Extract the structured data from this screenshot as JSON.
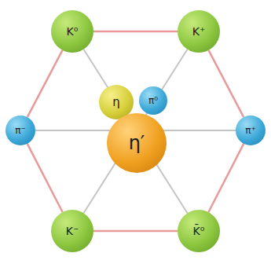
{
  "diagram": {
    "nodes": [
      {
        "text": [
          "K⁰"
        ]
      },
      {
        "text": [
          "K⁺"
        ]
      },
      {
        "text": [
          "η"
        ]
      },
      {
        "text": [
          "π⁰"
        ]
      },
      {
        "text": [
          "π⁻"
        ]
      },
      {
        "text": [
          "η′"
        ]
      },
      {
        "text": [
          "π⁺"
        ]
      },
      {
        "text": [
          "K⁻"
        ]
      },
      {
        "text": [
          "K̄⁰"
        ]
      }
    ],
    "edges": [
      {
        "from": 0,
        "to": 1,
        "arrow": "none"
      },
      {
        "from": 1,
        "to": 6,
        "arrow": "none"
      },
      {
        "from": 6,
        "to": 8,
        "arrow": "none"
      },
      {
        "from": 8,
        "to": 7,
        "arrow": "none"
      },
      {
        "from": 7,
        "to": 4,
        "arrow": "none"
      },
      {
        "from": 4,
        "to": 0,
        "arrow": "none"
      },
      {
        "from": 4,
        "to": 6,
        "arrow": "none"
      },
      {
        "from": 0,
        "to": 8,
        "arrow": "none"
      },
      {
        "from": 1,
        "to": 7,
        "arrow": "none"
      }
    ]
  }
}
